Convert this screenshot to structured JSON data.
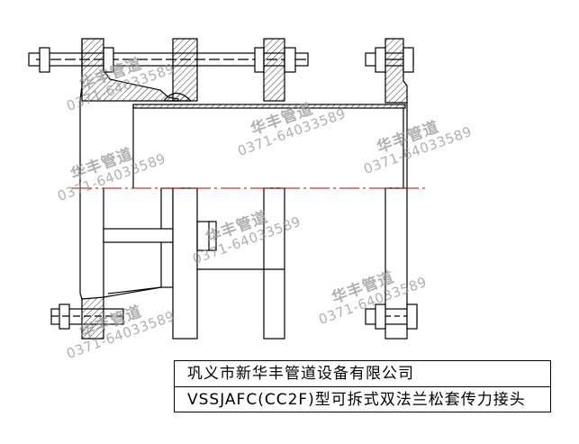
{
  "title_block": {
    "company": "巩义市新华丰管道设备有限公司",
    "product": "VSSJAFC(CC2F)型可拆式双法兰松套传力接头"
  },
  "watermark": {
    "brand": "华丰管道",
    "phone": "0371-64033589"
  },
  "colors": {
    "line": "#000000",
    "centerline": "#cc0000",
    "watermark": "#969696"
  }
}
